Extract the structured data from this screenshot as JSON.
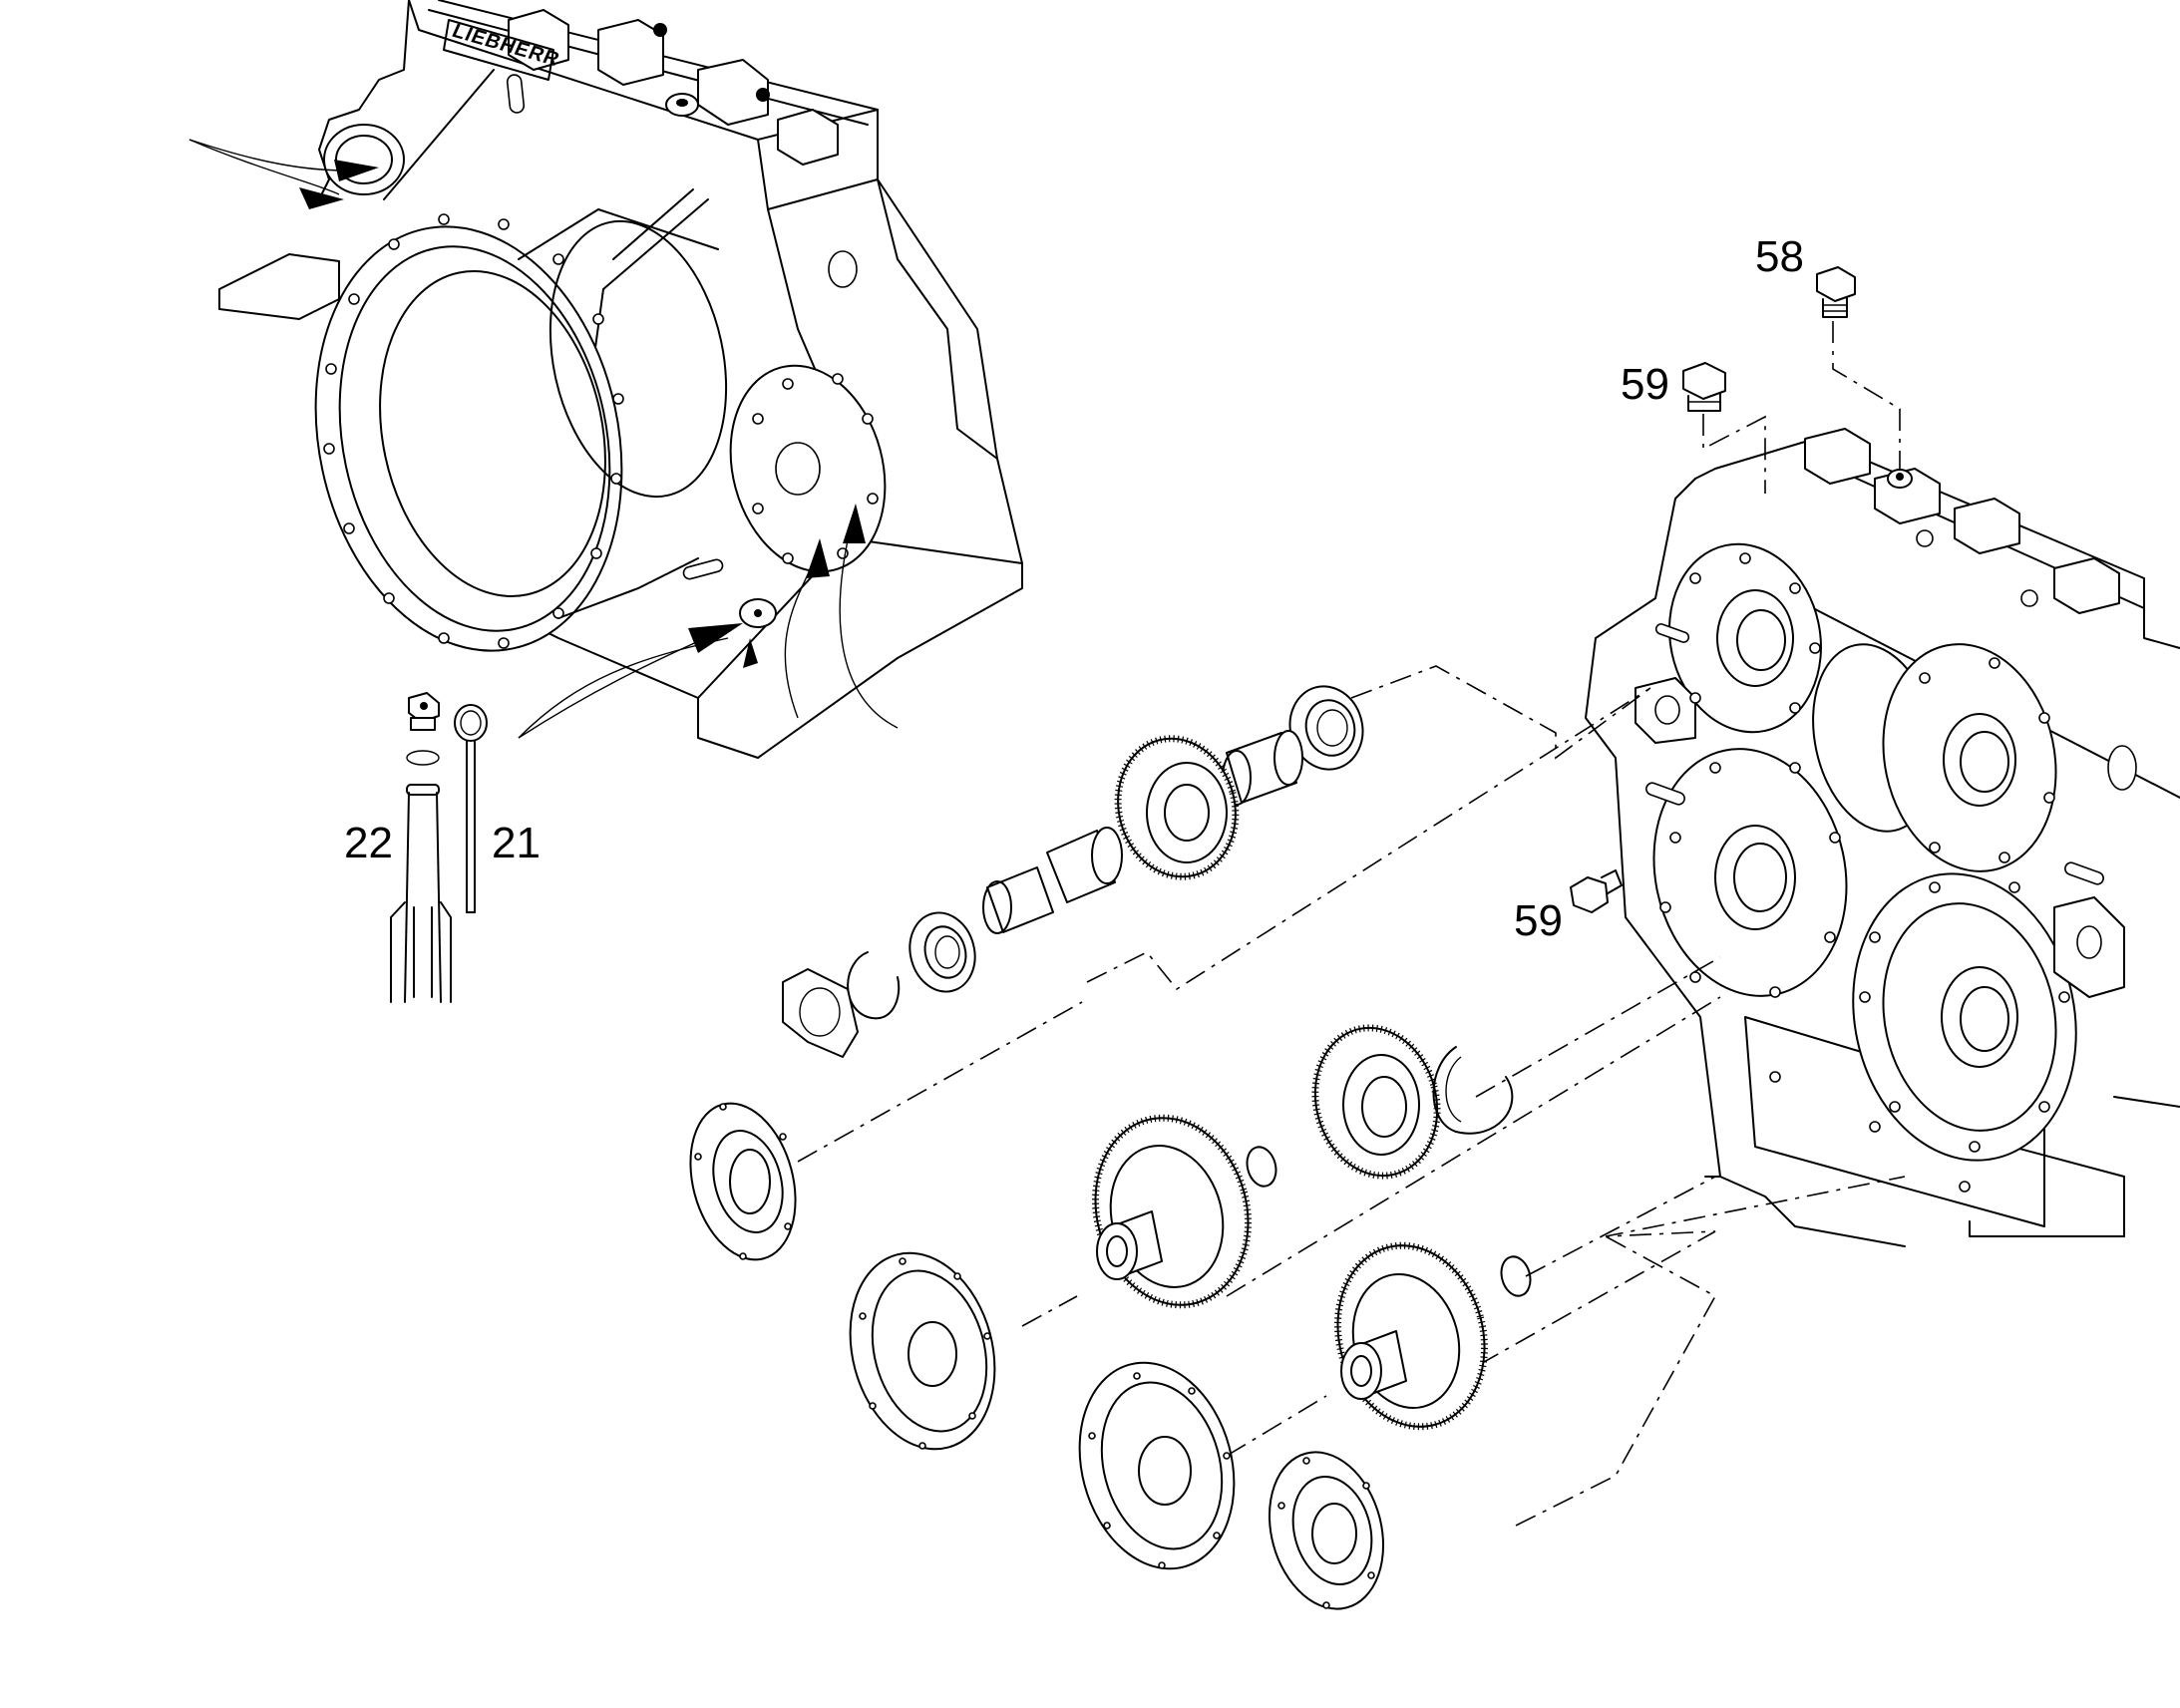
{
  "callouts": {
    "item_58": "58",
    "item_59_top": "59",
    "item_59_side": "59",
    "item_22": "22",
    "item_21": "21"
  },
  "housing_logo": "LIEBHERR",
  "icons": {
    "drain_plug": "hex-plug-icon",
    "dipstick": "dipstick-icon",
    "gear": "spur-gear-icon",
    "bearing": "ball-bearing-icon",
    "snap_ring": "snap-ring-icon",
    "flange_cover": "flange-cover-icon"
  },
  "colors": {
    "line": "#000000",
    "background": "#ffffff"
  }
}
